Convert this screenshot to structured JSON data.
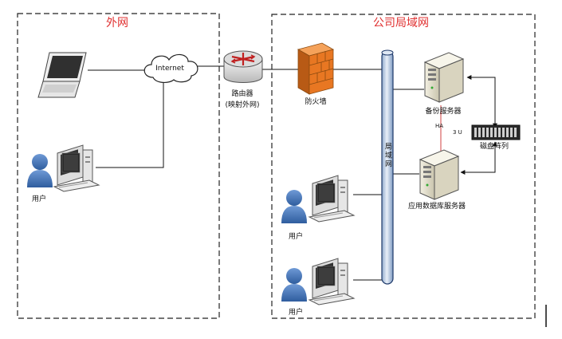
{
  "zones": {
    "external": {
      "title": "外网"
    },
    "lan": {
      "title": "公司局域网"
    }
  },
  "nodes": {
    "internet": {
      "label": "Internet"
    },
    "router": {
      "label_line1": "路由器",
      "label_line2": "(映射外网)"
    },
    "firewall": {
      "label": "防火墙"
    },
    "lan_bus": {
      "label": "局域网"
    },
    "backup_server": {
      "label": "备份服务器"
    },
    "db_server": {
      "label": "应用数据库服务器"
    },
    "disk_array": {
      "label": "磁盘阵列"
    },
    "ha_link": {
      "label": "HA"
    },
    "rack_units": {
      "label": "3 U"
    },
    "external_user": {
      "label": "用户"
    },
    "lan_user_1": {
      "label": "用户"
    },
    "lan_user_2": {
      "label": "用户"
    }
  },
  "colors": {
    "zone_border": "#222222",
    "zone_title": "#e03030",
    "ha_line": "#d04040",
    "bus_fill": "#b8cce4",
    "user_person": "#3b6fb4",
    "firewall": "#e87722"
  }
}
